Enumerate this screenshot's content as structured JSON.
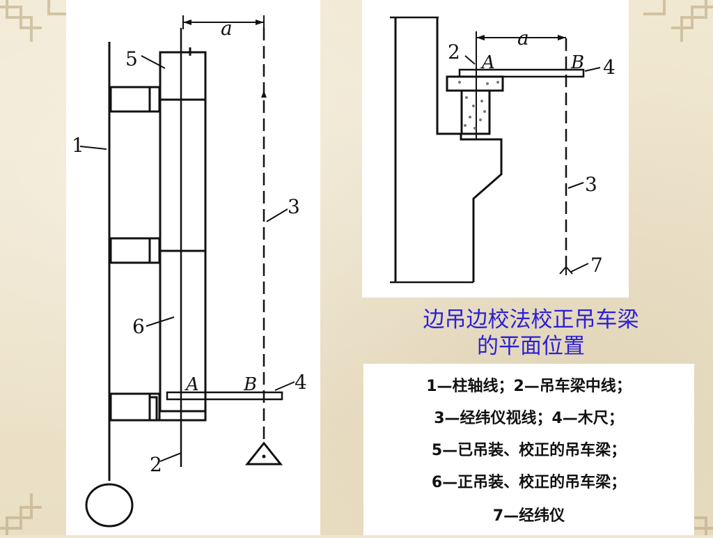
{
  "caption": {
    "line1": "边吊边校法校正吊车梁",
    "line2": "的平面位置"
  },
  "left_diagram": {
    "labels": {
      "dim_a": "a",
      "l1": "1",
      "l2": "2",
      "l3": "3",
      "l4": "4",
      "l5": "5",
      "l6": "6",
      "pt_a": "A",
      "pt_b": "B"
    }
  },
  "right_diagram": {
    "labels": {
      "dim_a": "a",
      "l2": "2",
      "l3": "3",
      "l4": "4",
      "l7": "7",
      "pt_a": "A",
      "pt_b": "B"
    }
  },
  "legend": {
    "items": [
      "1—柱轴线；2—吊车梁中线；",
      "3—经纬仪视线；4—木尺；",
      "5—已吊装、校正的吊车梁；",
      "6—正吊装、校正的吊车梁；",
      "7—经纬仪"
    ]
  },
  "colors": {
    "caption": "#2b1fd6",
    "background": "#efe6cf",
    "ink": "#111111"
  }
}
